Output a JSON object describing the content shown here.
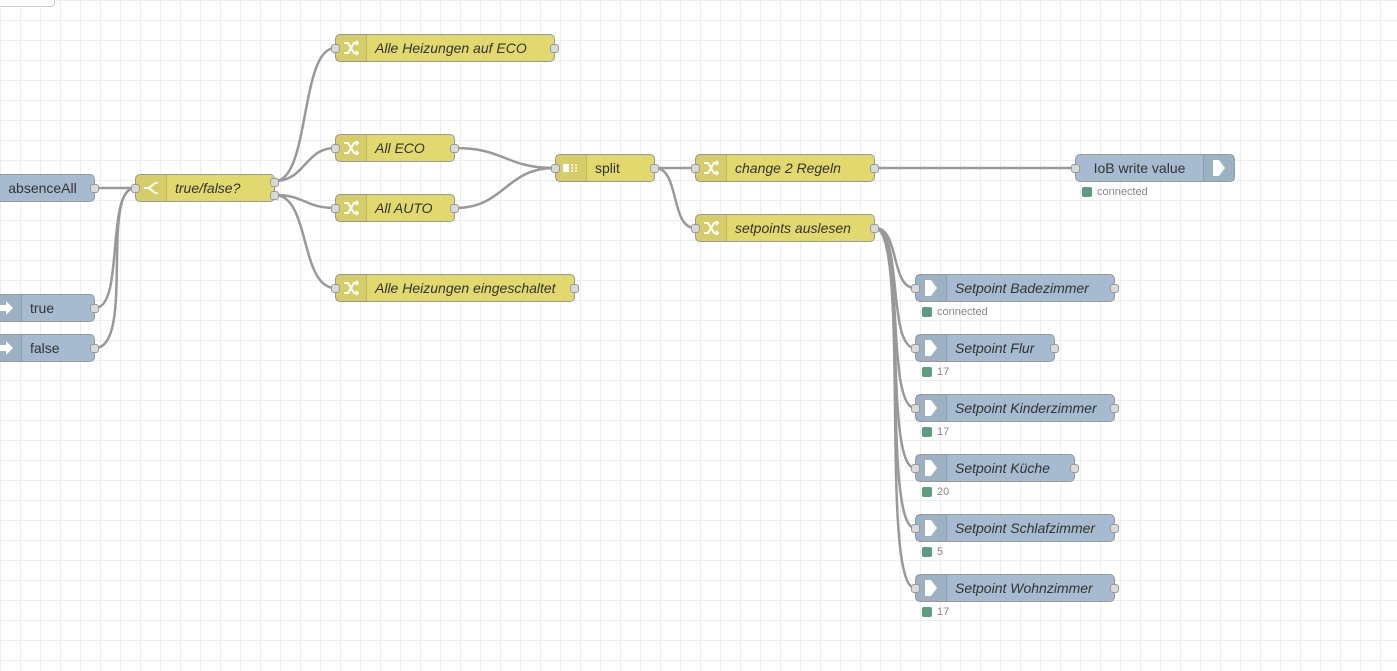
{
  "nodes": {
    "absence_all": {
      "label": "absenceAll"
    },
    "true_inject": {
      "label": "true"
    },
    "false_inject": {
      "label": "false"
    },
    "switch": {
      "label": "true/false?"
    },
    "alle_eco": {
      "label": "Alle Heizungen auf ECO"
    },
    "all_eco": {
      "label": "All ECO"
    },
    "all_auto": {
      "label": "All AUTO"
    },
    "alle_eingeschaltet": {
      "label": "Alle Heizungen eingeschaltet"
    },
    "split": {
      "label": "split"
    },
    "change_regeln": {
      "label": "change 2 Regeln"
    },
    "setpoints_auslesen": {
      "label": "setpoints auslesen"
    },
    "iob_write": {
      "label": "IoB write value",
      "status": "connected"
    },
    "sp_bad": {
      "label": "Setpoint Badezimmer",
      "status": "connected"
    },
    "sp_flur": {
      "label": "Setpoint Flur",
      "status": "17"
    },
    "sp_kinder": {
      "label": "Setpoint Kinderzimmer",
      "status": "17"
    },
    "sp_kueche": {
      "label": "Setpoint Küche",
      "status": "20"
    },
    "sp_schlaf": {
      "label": "Setpoint Schlafzimmer",
      "status": "5"
    },
    "sp_wohn": {
      "label": "Setpoint Wohnzimmer",
      "status": "17"
    }
  },
  "colors": {
    "change_node": "#e2d96e",
    "io_node": "#a6bbcf",
    "status_connected": "#5a9e7e",
    "wire": "#999999",
    "grid": "#eeeeee"
  },
  "icons": {
    "change": "shuffle-icon",
    "switch": "switch-icon",
    "split": "split-icon",
    "inject": "inject-arrow-icon",
    "output": "output-arrow-icon"
  }
}
